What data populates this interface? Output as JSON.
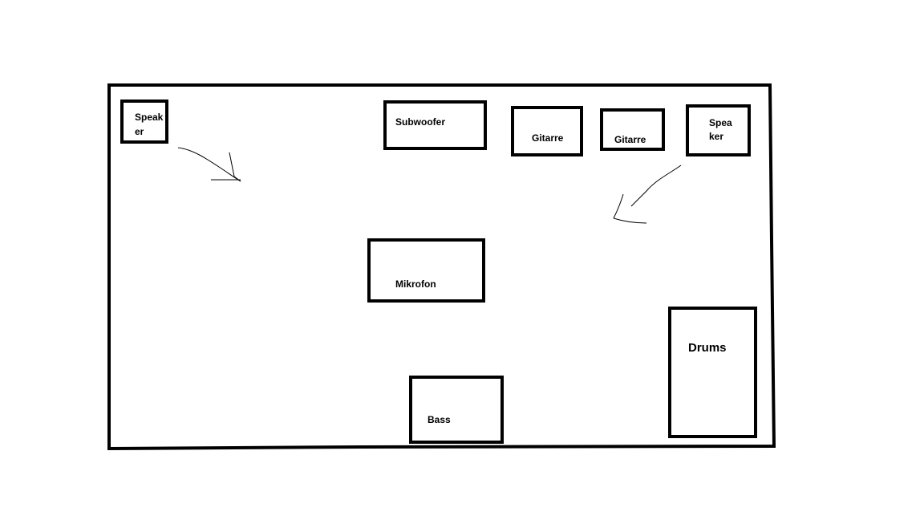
{
  "colors": {
    "ink": "#000000",
    "background": "#ffffff"
  },
  "diagram": {
    "type": "stage-plan",
    "boxes": [
      {
        "id": "speaker-left",
        "lines": [
          "Speak",
          "er"
        ]
      },
      {
        "id": "subwoofer",
        "lines": [
          "Subwoofer"
        ]
      },
      {
        "id": "gitarre-1",
        "lines": [
          "Gitarre"
        ]
      },
      {
        "id": "gitarre-2",
        "lines": [
          "Gitarre"
        ]
      },
      {
        "id": "speaker-right",
        "lines": [
          "Spea",
          "ker"
        ]
      },
      {
        "id": "mikrofon",
        "lines": [
          "Mikrofon"
        ]
      },
      {
        "id": "drums",
        "lines": [
          "Drums"
        ]
      },
      {
        "id": "bass",
        "lines": [
          "Bass"
        ]
      }
    ],
    "arrows": [
      {
        "id": "arrow-left",
        "from": "speaker-left",
        "direction": "down-right"
      },
      {
        "id": "arrow-right",
        "from": "speaker-right",
        "direction": "down-left"
      }
    ]
  }
}
